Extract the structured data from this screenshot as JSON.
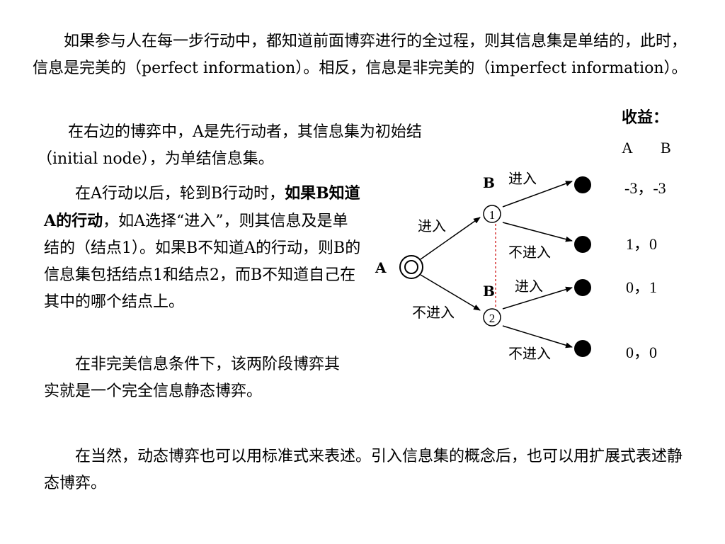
{
  "text": {
    "p1": "如果参与人在每一步行动中，都知道前面博弈进行的全过程，则其信息集是单结的，此时，信息是完美的（perfect information）。相反，信息是非完美的（imperfect information）。",
    "p2": "在右边的博弈中，A是先行动者，其信息集为初始结（initial node），为单结信息集。",
    "p3_a": "在A行动以后，轮到B行动时，",
    "p3_bold": "如果B知道A的行动",
    "p3_b": "，如A选择“进入”，则其信息及是单结的（结点1）。如果B不知道A的行动，则B的信息集包括结点1和结点2，而B不知道自己在其中的哪个结点上。",
    "p4": "在非完美信息条件下，该两阶段博弈其实就是一个完全信息静态博弈。",
    "p5": "在当然，动态博弈也可以用标准式来表述。引入信息集的概念后，也可以用扩展式表述静态博弈。"
  },
  "game_tree": {
    "player_a": "A",
    "player_b_top": "B",
    "player_b_bottom": "B",
    "node1": "1",
    "node2": "2",
    "a_enter": "进入",
    "a_not_enter": "不进入",
    "b1_enter": "进入",
    "b1_not_enter": "不进入",
    "b2_enter": "进入",
    "b2_not_enter": "不进入",
    "payoff_title": "收益：",
    "payoff_header_a": "A",
    "payoff_header_b": "B",
    "payoffs": [
      "-3，-3",
      "1，0",
      "0，1",
      "0，0"
    ],
    "info_set_line_color": "#cc0000"
  }
}
